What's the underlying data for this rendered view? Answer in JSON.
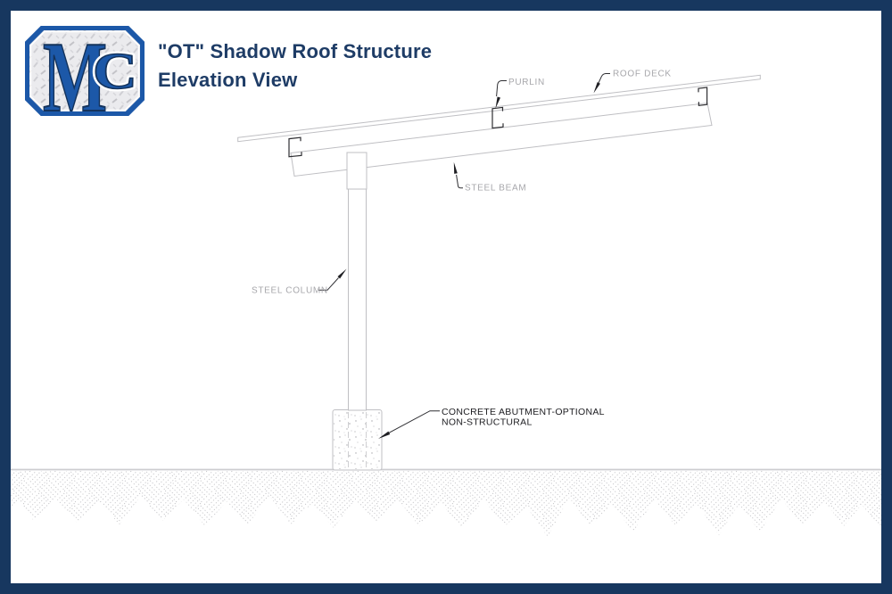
{
  "header": {
    "logo": {
      "monogram_m": "M",
      "monogram_c": "C"
    },
    "title_line1": "\"OT\" Shadow Roof Structure",
    "title_line2": "Elevation View"
  },
  "diagram": {
    "labels": {
      "purlin": "PURLIN",
      "roof_deck": "ROOF DECK",
      "steel_beam": "STEEL BEAM",
      "steel_column": "STEEL COLUMN",
      "abutment_line1": "CONCRETE ABUTMENT-OPTIONAL",
      "abutment_line2": "NON-STRUCTURAL"
    }
  },
  "colors": {
    "frame_navy": "#17375f",
    "title_navy": "#1e3c66",
    "logo_blue": "#1c58a8",
    "logo_outline_navy": "#14335c",
    "drawing_line_gray": "#bfbfc3",
    "callout_label_gray": "#a7a7ab",
    "callout_label_dark": "#1c1c20",
    "hatch_gray": "#bcbcc0",
    "leader_black": "#2e2e32"
  }
}
